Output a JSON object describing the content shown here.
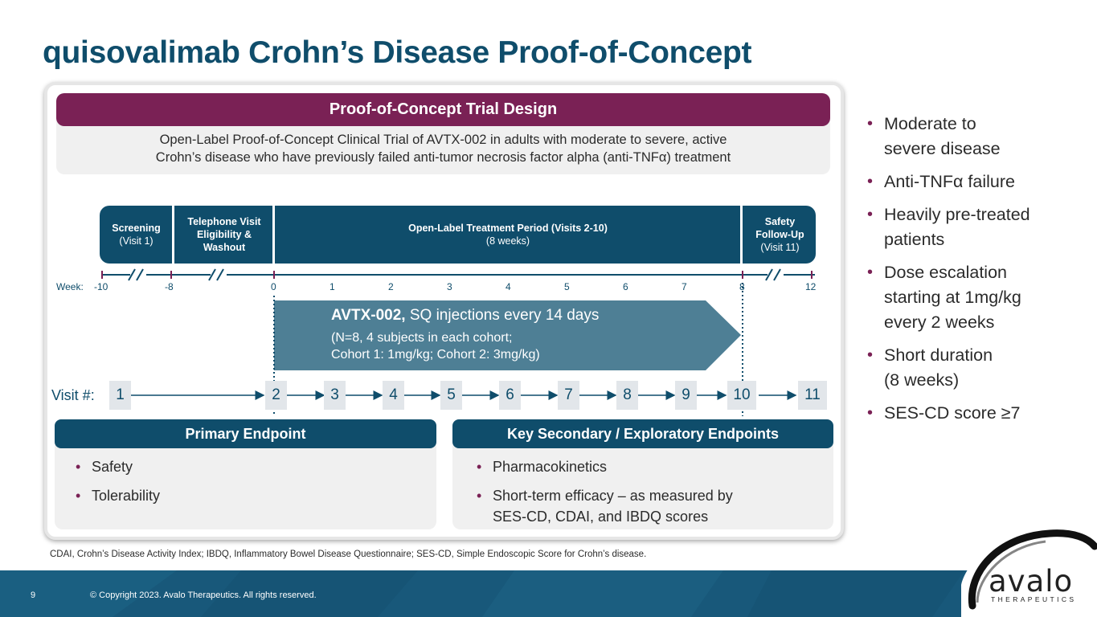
{
  "title": "quisovalimab Crohn’s Disease Proof-of-Concept",
  "trial_design": {
    "header": "Proof-of-Concept Trial Design",
    "description_lines": [
      "Open-Label Proof-of-Concept Clinical Trial of AVTX-002 in adults with moderate to severe, active",
      "Crohn’s disease who have previously failed anti-tumor necrosis factor alpha (anti-TNFα) treatment"
    ]
  },
  "phases": [
    {
      "title": "Screening",
      "subtitle": "(Visit 1)"
    },
    {
      "title": "Telephone Visit Eligibility & Washout",
      "subtitle": ""
    },
    {
      "title": "Open-Label Treatment Period (Visits 2-10)",
      "subtitle": "(8 weeks)"
    },
    {
      "title": "Safety Follow-Up",
      "subtitle": "(Visit 11)"
    }
  ],
  "week_axis": {
    "label": "Week:",
    "ticks": [
      "-10",
      "-8",
      "0",
      "1",
      "2",
      "3",
      "4",
      "5",
      "6",
      "7",
      "8",
      "12"
    ]
  },
  "treatment": {
    "drug": "AVTX-002,",
    "regimen": " SQ injections every 14 days",
    "details_line1": "(N=8, 4 subjects in each cohort;",
    "details_line2": "Cohort 1: 1mg/kg; Cohort 2: 3mg/kg)"
  },
  "visits": {
    "label": "Visit #:",
    "numbers": [
      "1",
      "2",
      "3",
      "4",
      "5",
      "6",
      "7",
      "8",
      "9",
      "10",
      "11"
    ]
  },
  "primary_endpoint": {
    "header": "Primary Endpoint",
    "items": [
      "Safety",
      "Tolerability"
    ]
  },
  "secondary_endpoints": {
    "header": "Key Secondary / Exploratory Endpoints",
    "items": [
      "Pharmacokinetics",
      "Short-term efficacy – as measured by",
      "SES-CD, CDAI, and IBDQ scores"
    ]
  },
  "key_points": [
    "Moderate to",
    "severe disease",
    "Anti-TNFα failure",
    "Heavily pre-treated",
    "patients",
    "Dose escalation",
    "starting at 1mg/kg",
    "every 2 weeks",
    "Short duration",
    "(8 weeks)",
    "SES-CD score ≥7"
  ],
  "footnote": "CDAI, Crohn’s Disease Activity Index; IBDQ, Inflammatory Bowel Disease Questionnaire; SES-CD, Simple Endoscopic Score for Crohn’s disease.",
  "footer": {
    "page_number": "9",
    "copyright": "© Copyright 2023. Avalo Therapeutics. All rights reserved."
  },
  "logo": {
    "name": "avalo",
    "tagline": "THERAPEUTICS"
  },
  "colors": {
    "title_blue": "#0f4d6b",
    "accent_plum": "#7a2155",
    "arrow_teal": "#4e7f95",
    "footer_blue": "#18587a"
  }
}
